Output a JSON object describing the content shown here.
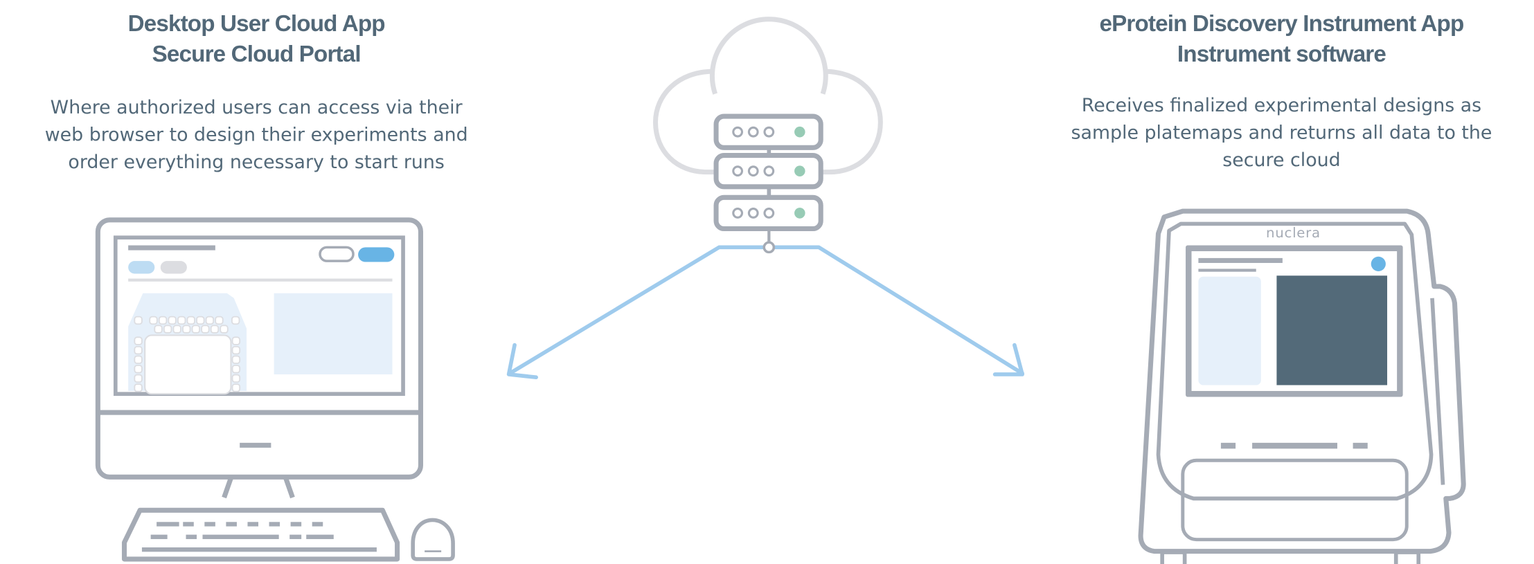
{
  "left_panel": {
    "title_lines": [
      "Desktop User Cloud App",
      "Secure Cloud Portal"
    ],
    "description_lines": [
      "Where authorized users can access via their",
      "web browser to design their experiments and",
      "order everything necessary to start runs"
    ]
  },
  "right_panel": {
    "title_lines": [
      "eProtein Discovery Instrument App",
      "Instrument software"
    ],
    "description_lines": [
      "Receives finalized experimental designs as",
      "sample platemaps and returns all data to the",
      "secure cloud"
    ],
    "instrument_logo": "nuclera"
  },
  "center": {
    "icons": [
      "cloud-icon",
      "server-stack-icon"
    ],
    "server_count": 3
  },
  "colors": {
    "text": "#526878",
    "outline": "#a5abb5",
    "cloud": "#dcdde1",
    "accent_blue": "#68b4e5",
    "light_blue": "#bddcf3",
    "panel_blue": "#e6f0fa",
    "arrow": "#9fcbed",
    "status_green": "#97cbb5",
    "dark_screen": "#536a79"
  }
}
